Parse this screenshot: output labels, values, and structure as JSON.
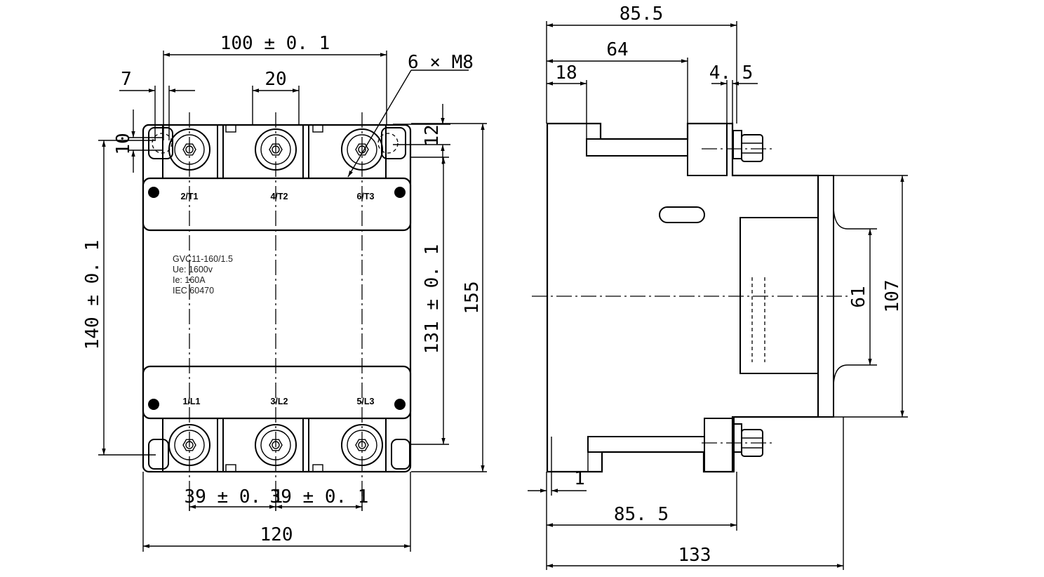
{
  "front_view": {
    "terminals_top": [
      "2/T1",
      "4/T2",
      "6/T3"
    ],
    "terminals_bottom": [
      "1/L1",
      "3/L2",
      "5/L3"
    ],
    "nameplate": [
      "GVC11-160/1.5",
      "Ue:  1600v",
      "Ie:    160A",
      "IEC 60470"
    ],
    "dimensions": {
      "top_pitch": "100 ± 0. 1",
      "screw": "6 × M8",
      "offset_7": "7",
      "width_20": "20",
      "offset_10": "10",
      "offset_12": "12",
      "height_140": "140 ± 0. 1",
      "height_131": "131 ± 0. 1",
      "height_155": "155",
      "pitch_39_left": "39 ± 0. 1",
      "pitch_39_right": "39 ± 0. 1",
      "width_120": "120"
    }
  },
  "side_view": {
    "dimensions": {
      "depth_top": "85.5",
      "depth_64": "64",
      "depth_18": "18",
      "gap_4_5": "4. 5",
      "height_61": "61",
      "height_107": "107",
      "thickness_1": "1",
      "depth_bottom": "85. 5",
      "total_133": "133"
    }
  }
}
